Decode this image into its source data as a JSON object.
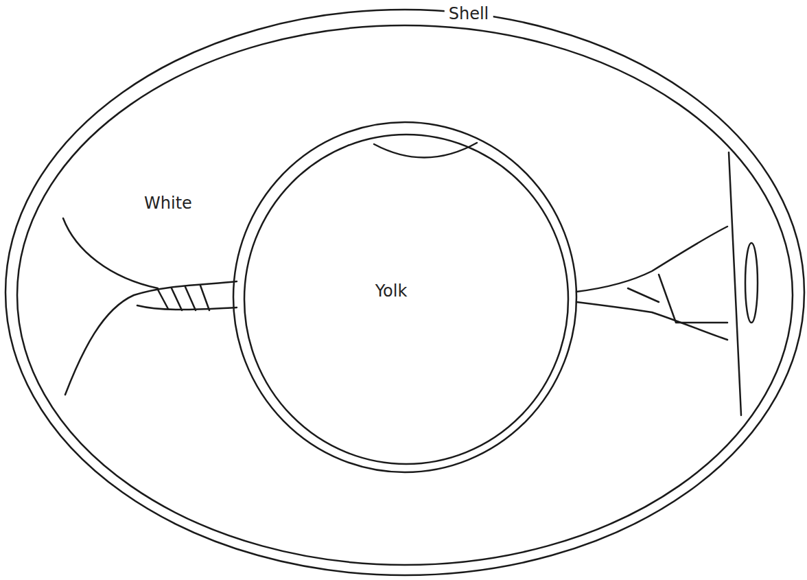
{
  "diagram": {
    "labels": [
      "Shell",
      "White",
      "Yolk"
    ]
  }
}
